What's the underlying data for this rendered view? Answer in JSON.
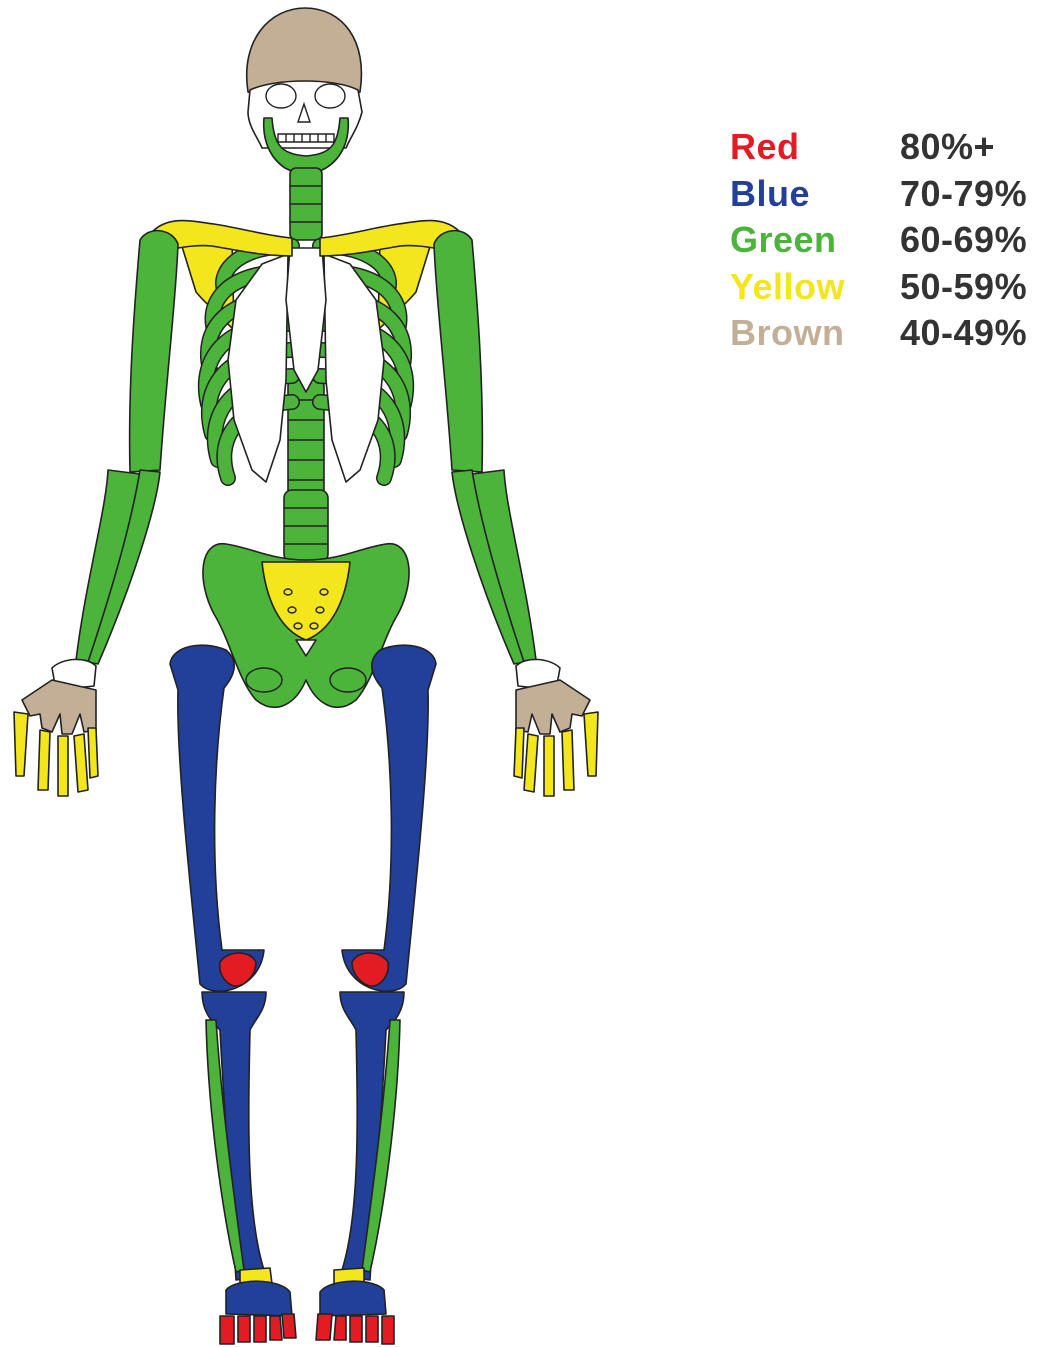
{
  "colors": {
    "red": "#e31b23",
    "blue": "#223f9a",
    "green": "#4cb43a",
    "yellow": "#f3e61c",
    "brown": "#c3af96",
    "white": "#ffffff",
    "outline": "#222222"
  },
  "legend": [
    {
      "color_name": "Red",
      "range": "80%+",
      "color": "#e31b23"
    },
    {
      "color_name": "Blue",
      "range": "70-79%",
      "color": "#223f9a"
    },
    {
      "color_name": "Green",
      "range": "60-69%",
      "color": "#4cb43a"
    },
    {
      "color_name": "Yellow",
      "range": "50-59%",
      "color": "#f3e61c"
    },
    {
      "color_name": "Brown",
      "range": "40-49%",
      "color": "#c3af96"
    }
  ]
}
